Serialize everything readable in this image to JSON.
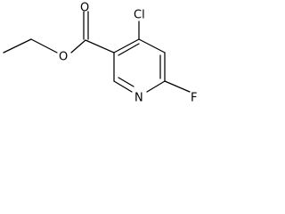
{
  "diagram": {
    "atom_labels": {
      "oxygen_carbonyl": "O",
      "oxygen_ester": "O",
      "chlorine": "Cl",
      "nitrogen": "N",
      "fluorine": "F"
    }
  }
}
